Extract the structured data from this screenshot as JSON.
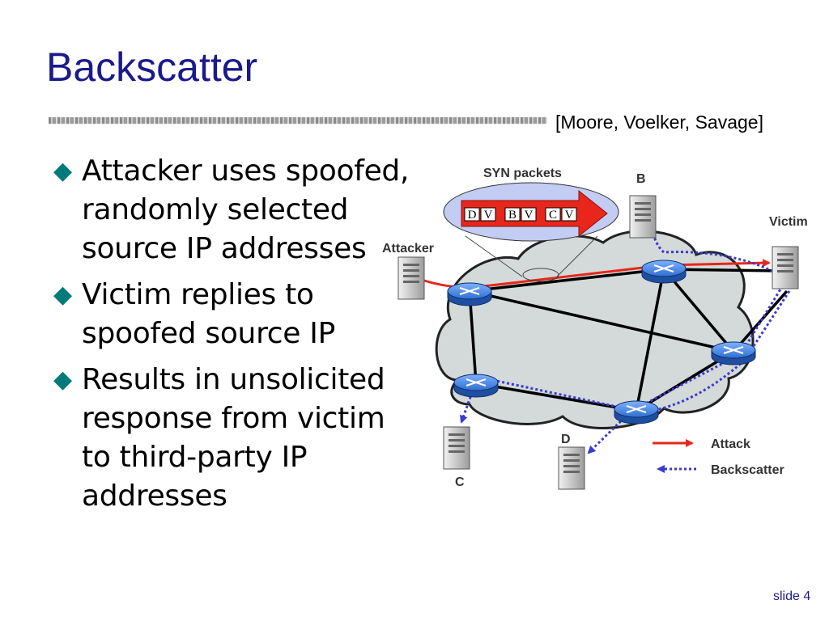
{
  "slide": {
    "title": "Backscatter",
    "citation": "[Moore, Voelker, Savage]",
    "number": "slide 4"
  },
  "bullets": [
    {
      "marker": "◆",
      "text": "Attacker uses spoofed, randomly selected source IP addresses"
    },
    {
      "marker": "◆",
      "text": "Victim replies to spoofed source IP"
    },
    {
      "marker": "◆",
      "text": "Results in unsolicited response from victim to third-party IP addresses"
    }
  ],
  "diagram": {
    "syn_label": "SYN packets",
    "packets": [
      {
        "dst": "D",
        "src": "V"
      },
      {
        "dst": "B",
        "src": "V"
      },
      {
        "dst": "C",
        "src": "V"
      }
    ],
    "nodes": {
      "attacker": "Attacker",
      "victim": "Victim",
      "b": "B",
      "c": "C",
      "d": "D"
    },
    "legend": {
      "attack": "Attack",
      "backscatter": "Backscatter"
    },
    "colors": {
      "attack": "#e8261b",
      "backscatter": "#3a3ad0",
      "cloud": "#d3dad9",
      "router": "#2f6fd0",
      "title": "#1a1a8c",
      "bullet": "#007a7a"
    }
  }
}
